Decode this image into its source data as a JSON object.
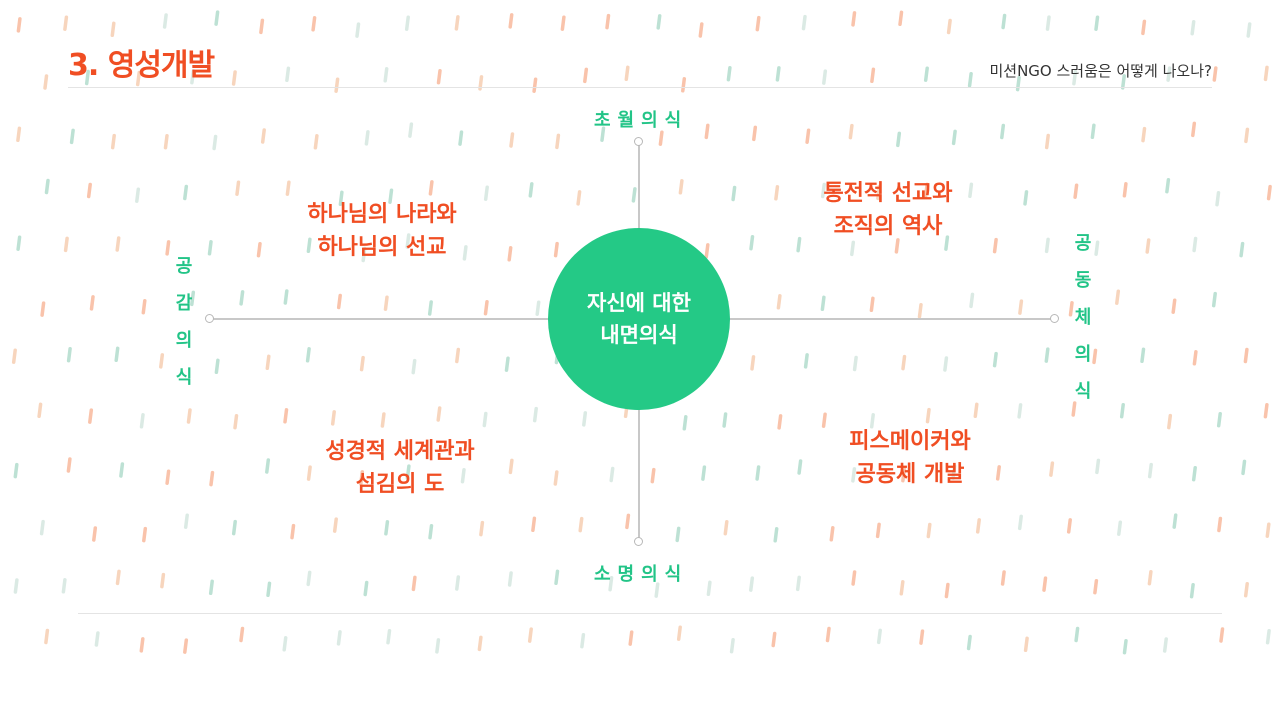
{
  "header": {
    "title": "3. 영성개발",
    "subtitle": "미션NGO 스러움은 어떻게 나오나?"
  },
  "diagram": {
    "center": "자신에 대한\n내면의식",
    "axes": {
      "top": "초월의식",
      "bottom": "소명의식",
      "left": [
        "공",
        "감",
        "의",
        "식"
      ],
      "right": [
        "공",
        "동",
        "체",
        "의",
        "식"
      ]
    },
    "quadrants": {
      "top_left": "하나님의 나라와\n하나님의 선교",
      "top_right": "통전적 선교와\n조직의 역사",
      "bottom_left": "성경적 세계관과\n섬김의 도",
      "bottom_right": "피스메이커와\n공동체 개발"
    }
  },
  "colors": {
    "accent_red": "#f04e23",
    "accent_green": "#24c986",
    "confetti": [
      "#f7b08f",
      "#a8d8c6",
      "#f5c7a8",
      "#cfe3dc"
    ]
  }
}
